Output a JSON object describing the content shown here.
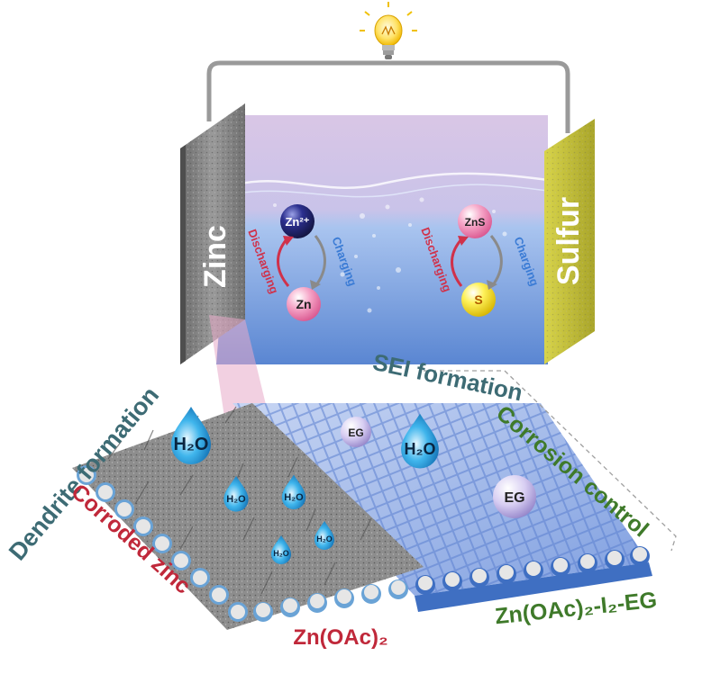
{
  "battery": {
    "anode_label": "Zinc",
    "cathode_label": "Sulfur",
    "anode_species": {
      "oxidized": "Zn²⁺",
      "reduced": "Zn"
    },
    "cathode_species": {
      "oxidized": "ZnS",
      "reduced": "S"
    },
    "process_labels": {
      "discharging": "Discharging",
      "charging": "Charging"
    }
  },
  "interface": {
    "dendrite_label": "Dendrite formation",
    "corroded_label": "Corroded zinc",
    "sei_label": "SEI formation",
    "corrosion_label": "Corrosion control",
    "baseline_electrolyte": "Zn(OAc)₂",
    "modified_electrolyte": "Zn(OAc)₂-I₂-EG",
    "water_label": "H₂O",
    "additive_label": "EG"
  },
  "colors": {
    "zinc_electrode": "#8a8a8a",
    "sulfur_electrode": "#c8c43c",
    "electrolyte": "#6f95d8",
    "dendrite_text": "#3d6b74",
    "corroded_text": "#c0283a",
    "corrosion_control_text": "#3f7a2a",
    "discharging_text": "#d0314a",
    "charging_text": "#3a7bd5"
  }
}
